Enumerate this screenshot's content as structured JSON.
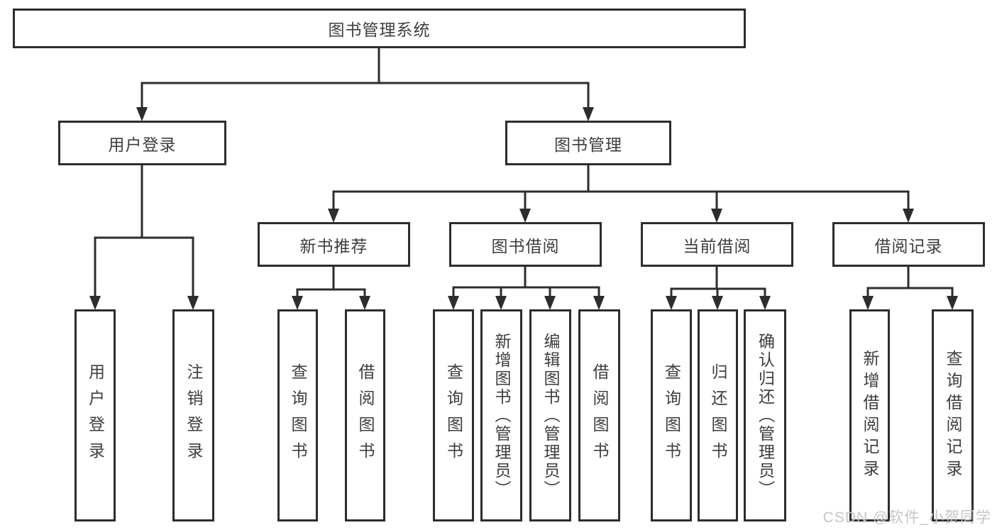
{
  "diagram": {
    "root": {
      "label": "图书管理系统"
    },
    "level2": {
      "user_login": {
        "label": "用户登录"
      },
      "book_management": {
        "label": "图书管理"
      }
    },
    "level3": {
      "new_book_recommend": {
        "label": "新书推荐"
      },
      "book_borrow": {
        "label": "图书借阅"
      },
      "current_borrow": {
        "label": "当前借阅"
      },
      "borrow_record": {
        "label": "借阅记录"
      }
    },
    "leaves": {
      "user_login": [
        "用户登录",
        "注销登录"
      ],
      "new_book_recommend": [
        "查询图书",
        "借阅图书"
      ],
      "book_borrow": [
        "查询图书",
        "新增图书（管理员）",
        "编辑图书（管理员）",
        "借阅图书"
      ],
      "current_borrow": [
        "查询图书",
        "归还图书",
        "确认归还（管理员）"
      ],
      "borrow_record": [
        "新增借阅记录",
        "查询借阅记录"
      ]
    },
    "watermark": "CSDN @软件_小贺同学",
    "colors": {
      "line": "#2d2d2d",
      "text": "#3e3e3e",
      "box_background": "#ffffff",
      "watermark": "#c6c6c6",
      "background": "#ffffff"
    }
  }
}
